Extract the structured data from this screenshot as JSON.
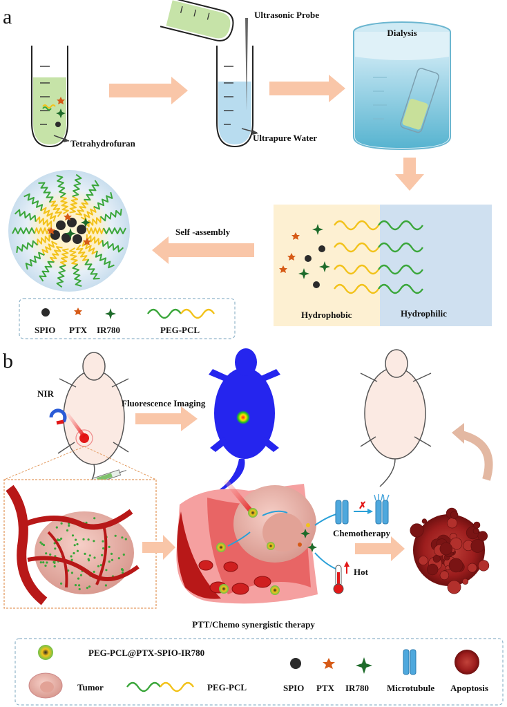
{
  "panel_a": {
    "label": "a",
    "tetrahydrofuran": "Tetrahydrofuran",
    "ultrasonic_probe": "Ultrasonic Probe",
    "ultrapure_water": "Ultrapure Water",
    "dialysis": "Dialysis",
    "self_assembly": "Self -assembly",
    "hydrophobic": "Hydrophobic",
    "hydrophilic": "Hydrophilic",
    "legend": {
      "spio": "SPIO",
      "ptx": "PTX",
      "ir780": "IR780",
      "pegpcl": "PEG-PCL"
    }
  },
  "panel_b": {
    "label": "b",
    "nir": "NIR",
    "fluorescence_imaging": "Fluorescence Imaging",
    "chemotherapy": "Chemotherapy",
    "hot": "Hot",
    "caption": "PTT/Chemo synergistic therapy",
    "legend": {
      "nanoparticle": "PEG-PCL@PTX-SPIO-IR780",
      "tumor": "Tumor",
      "pegpcl": "PEG-PCL",
      "spio": "SPIO",
      "ptx": "PTX",
      "ir780": "IR780",
      "microtubule": "Microtubule",
      "apoptosis": "Apoptosis"
    }
  },
  "colors": {
    "arrow": "#f9c6a8",
    "peg_green": "#3aa63a",
    "pcl_yellow": "#f2c21a",
    "ptx_orange": "#d65a16",
    "ir780_green": "#1e6b2a",
    "spio_black": "#2b2b2b",
    "tube_green": "#c6e3a8",
    "tube_blue": "#b8dcef",
    "hydrophobic_bg": "#fdf0d2",
    "hydrophilic_bg": "#cfe0f0",
    "tumor_pink": "#e9b1a6",
    "vessel_red": "#b81818",
    "mouse_skin": "#fbeae3",
    "imaging_blue": "#2525ee",
    "microtubule_blue": "#4ea8dd"
  }
}
